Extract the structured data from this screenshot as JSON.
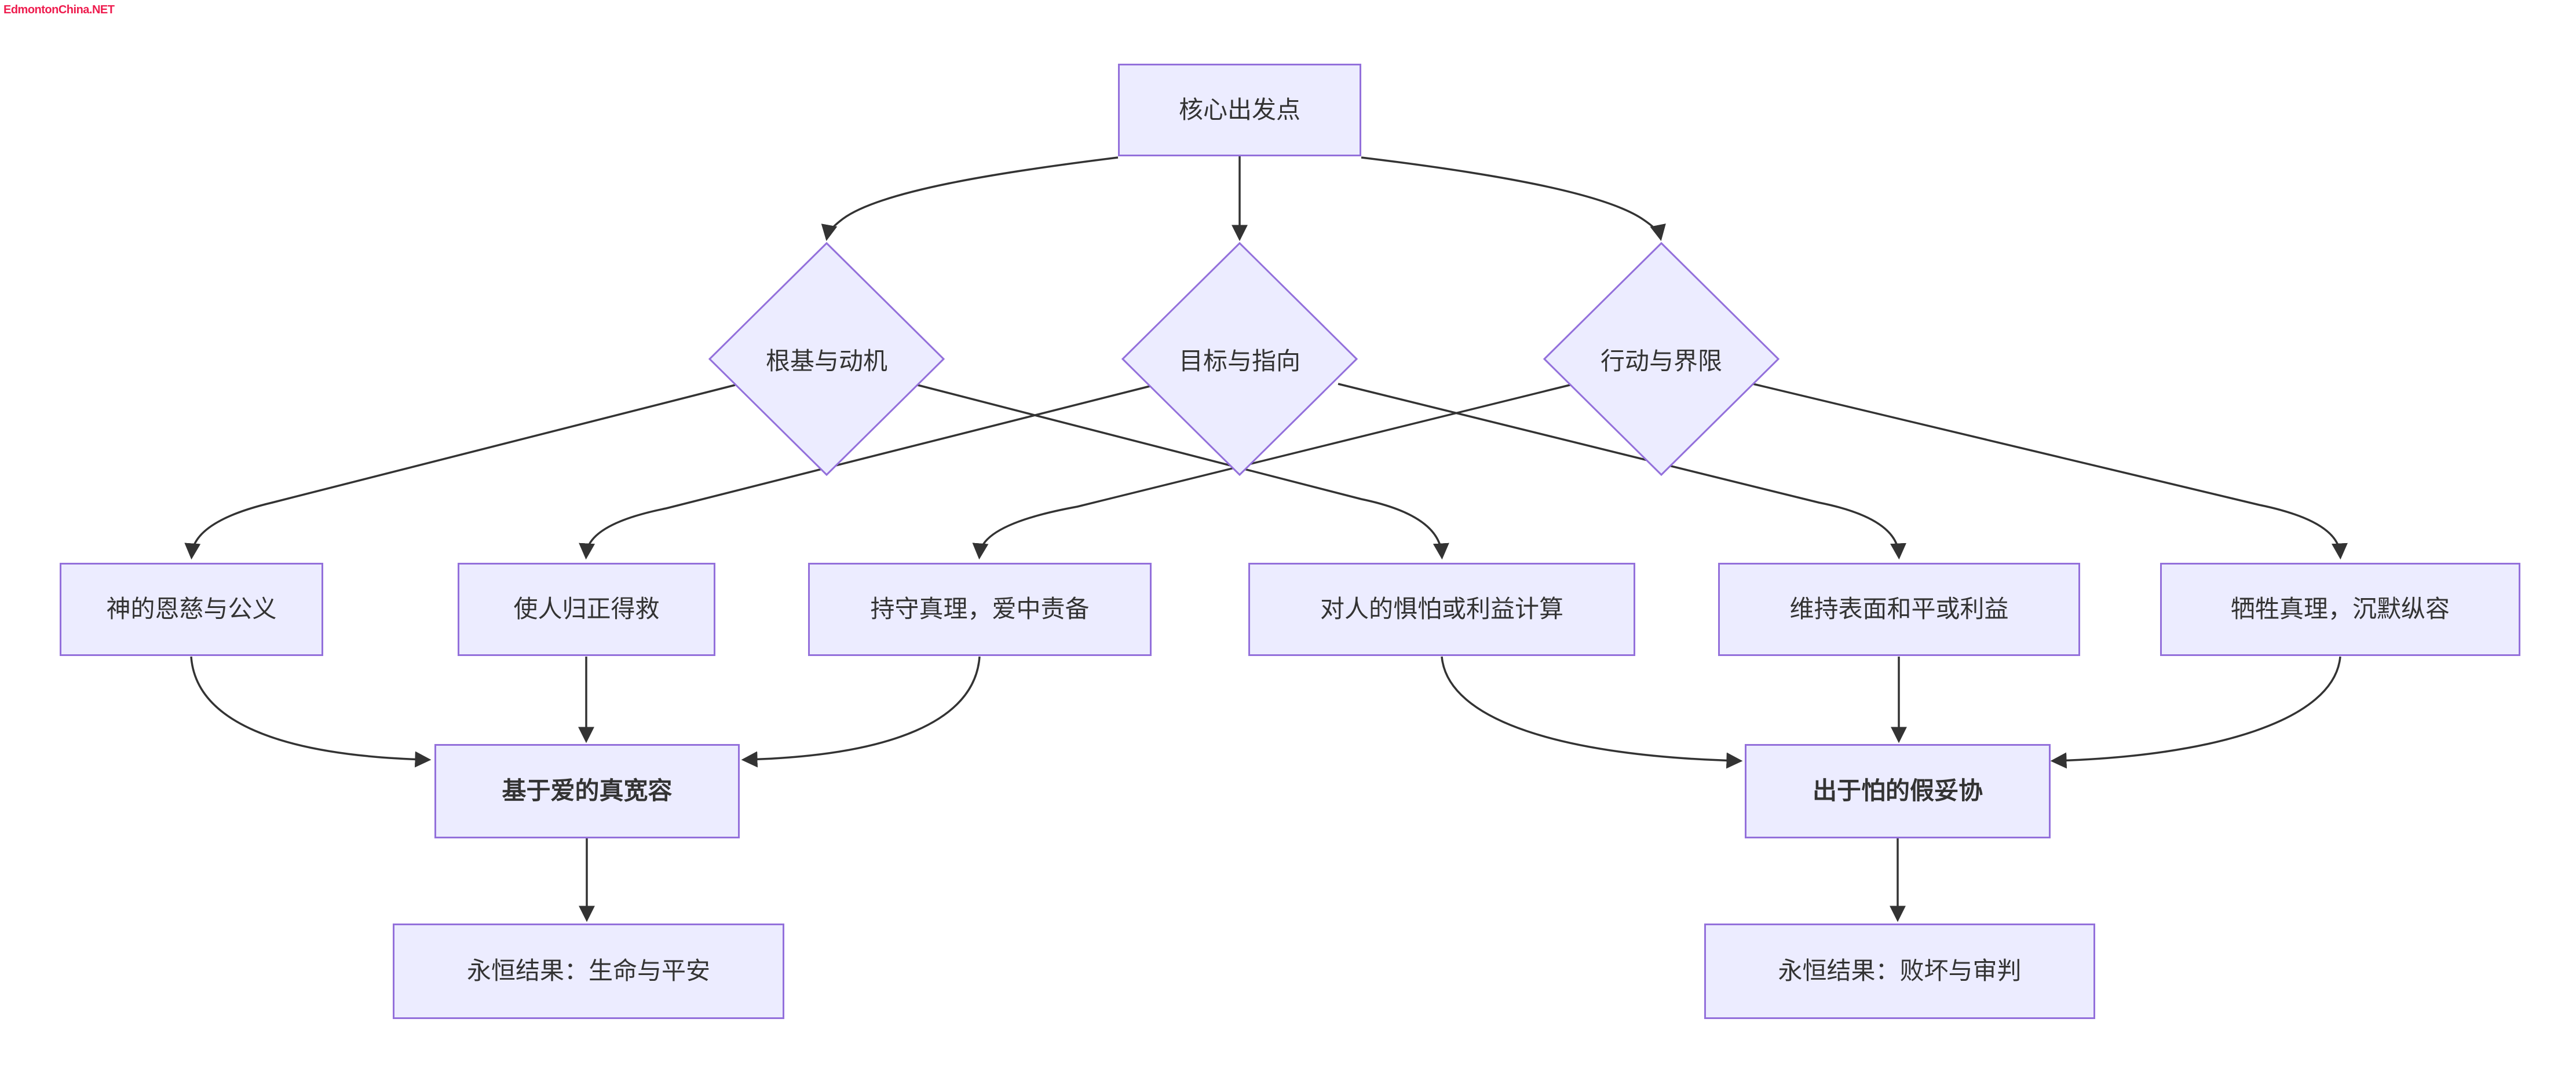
{
  "watermark": {
    "text": "EdmontonChina.NET",
    "color": "#EE1C4E"
  },
  "diagram": {
    "type": "flowchart",
    "direction": "top-down",
    "colors": {
      "node_fill": "#ECECFF",
      "node_border": "#9370DB",
      "edge": "#333333",
      "text": "#333333",
      "background": "#FFFFFF"
    },
    "nodes": {
      "A": {
        "label": "核心出发点",
        "shape": "rect"
      },
      "B": {
        "label": "根基与动机",
        "shape": "diamond"
      },
      "C": {
        "label": "目标与指向",
        "shape": "diamond"
      },
      "D": {
        "label": "行动与界限",
        "shape": "diamond"
      },
      "E": {
        "label": "神的恩慈与公义",
        "shape": "rect"
      },
      "F": {
        "label": "使人归正得救",
        "shape": "rect"
      },
      "G": {
        "label": "持守真理，爱中责备",
        "shape": "rect"
      },
      "H": {
        "label": "对人的惧怕或利益计算",
        "shape": "rect"
      },
      "I": {
        "label": "维持表面和平或利益",
        "shape": "rect"
      },
      "J": {
        "label": "牺牲真理，沉默纵容",
        "shape": "rect"
      },
      "K": {
        "label": "基于爱的真宽容",
        "shape": "rect",
        "bold": true
      },
      "L": {
        "label": "出于怕的假妥协",
        "shape": "rect",
        "bold": true
      },
      "M": {
        "label": "永恒结果：生命与平安",
        "shape": "rect"
      },
      "N": {
        "label": "永恒结果：败坏与审判",
        "shape": "rect"
      }
    },
    "edges": [
      [
        "A",
        "B"
      ],
      [
        "A",
        "C"
      ],
      [
        "A",
        "D"
      ],
      [
        "B",
        "E"
      ],
      [
        "B",
        "H"
      ],
      [
        "C",
        "F"
      ],
      [
        "C",
        "I"
      ],
      [
        "D",
        "G"
      ],
      [
        "D",
        "J"
      ],
      [
        "E",
        "K"
      ],
      [
        "F",
        "K"
      ],
      [
        "G",
        "K"
      ],
      [
        "H",
        "L"
      ],
      [
        "I",
        "L"
      ],
      [
        "J",
        "L"
      ],
      [
        "K",
        "M"
      ],
      [
        "L",
        "N"
      ]
    ]
  }
}
